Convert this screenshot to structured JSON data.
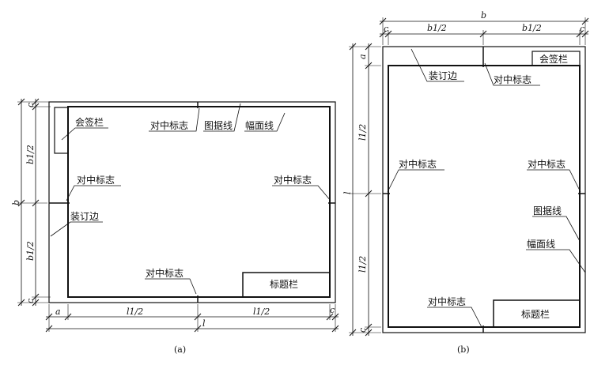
{
  "figure_a": {
    "countersign": "会签栏",
    "title_block": "标题栏",
    "center_mark_top": "对中标志",
    "frame_line": "图据线",
    "trim_line": "幅面线",
    "center_mark_left": "对中标志",
    "center_mark_right": "对中标志",
    "binding_edge": "装订边",
    "center_mark_bottom": "对中标志",
    "dim_b": "b",
    "dim_b1_top": "b1/2",
    "dim_b1_bottom": "b1/2",
    "dim_c_top": "c",
    "dim_c_bottom": "c",
    "dim_a": "a",
    "dim_l1_left": "l1/2",
    "dim_l1_right": "l1/2",
    "dim_c_right": "c",
    "dim_l": "l",
    "caption": "(a)"
  },
  "figure_b": {
    "countersign": "会签栏",
    "title_block": "标题栏",
    "binding_edge": "装订边",
    "center_mark_top": "对中标志",
    "center_mark_left": "对中标志",
    "center_mark_right": "对中标志",
    "frame_line": "图据线",
    "trim_line": "幅面线",
    "center_mark_bottom": "对中标志",
    "dim_b": "b",
    "dim_c_left": "c",
    "dim_b1_left": "b1/2",
    "dim_b1_right": "b1/2",
    "dim_c_right": "c",
    "dim_a": "a",
    "dim_l1_top": "l1/2",
    "dim_l": "l",
    "dim_l1_bottom": "l1/2",
    "dim_c_bottom": "c",
    "caption": "(b)"
  }
}
